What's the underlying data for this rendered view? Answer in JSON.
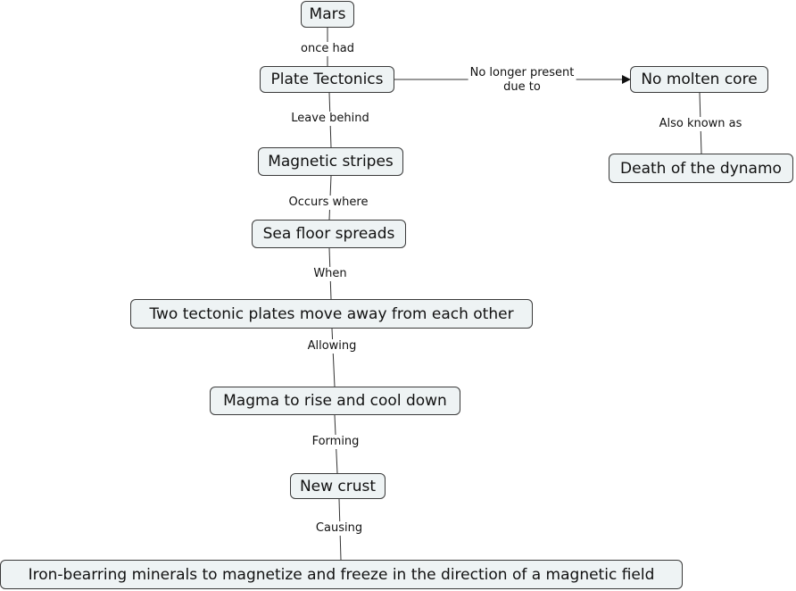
{
  "nodes": {
    "mars": "Mars",
    "plate_tectonics": "Plate Tectonics",
    "no_molten_core": "No molten core",
    "death_of_dynamo": "Death of the dynamo",
    "magnetic_stripes": "Magnetic stripes",
    "sea_floor": "Sea floor spreads",
    "plates_move": "Two tectonic plates move away from each other",
    "magma": "Magma to rise and cool down",
    "new_crust": "New crust",
    "iron_minerals": "Iron-bearring minerals to magnetize and freeze in the direction of a magnetic field"
  },
  "links": {
    "once_had": "once had",
    "no_longer_present": "No longer present\ndue to",
    "also_known_as": "Also known as",
    "leave_behind": "Leave behind",
    "occurs_where": "Occurs where",
    "when": "When",
    "allowing": "Allowing",
    "forming": "Forming",
    "causing": "Causing"
  },
  "colors": {
    "node_fill": "#eef3f4",
    "node_border": "#3a3a3a",
    "line": "#333333"
  }
}
